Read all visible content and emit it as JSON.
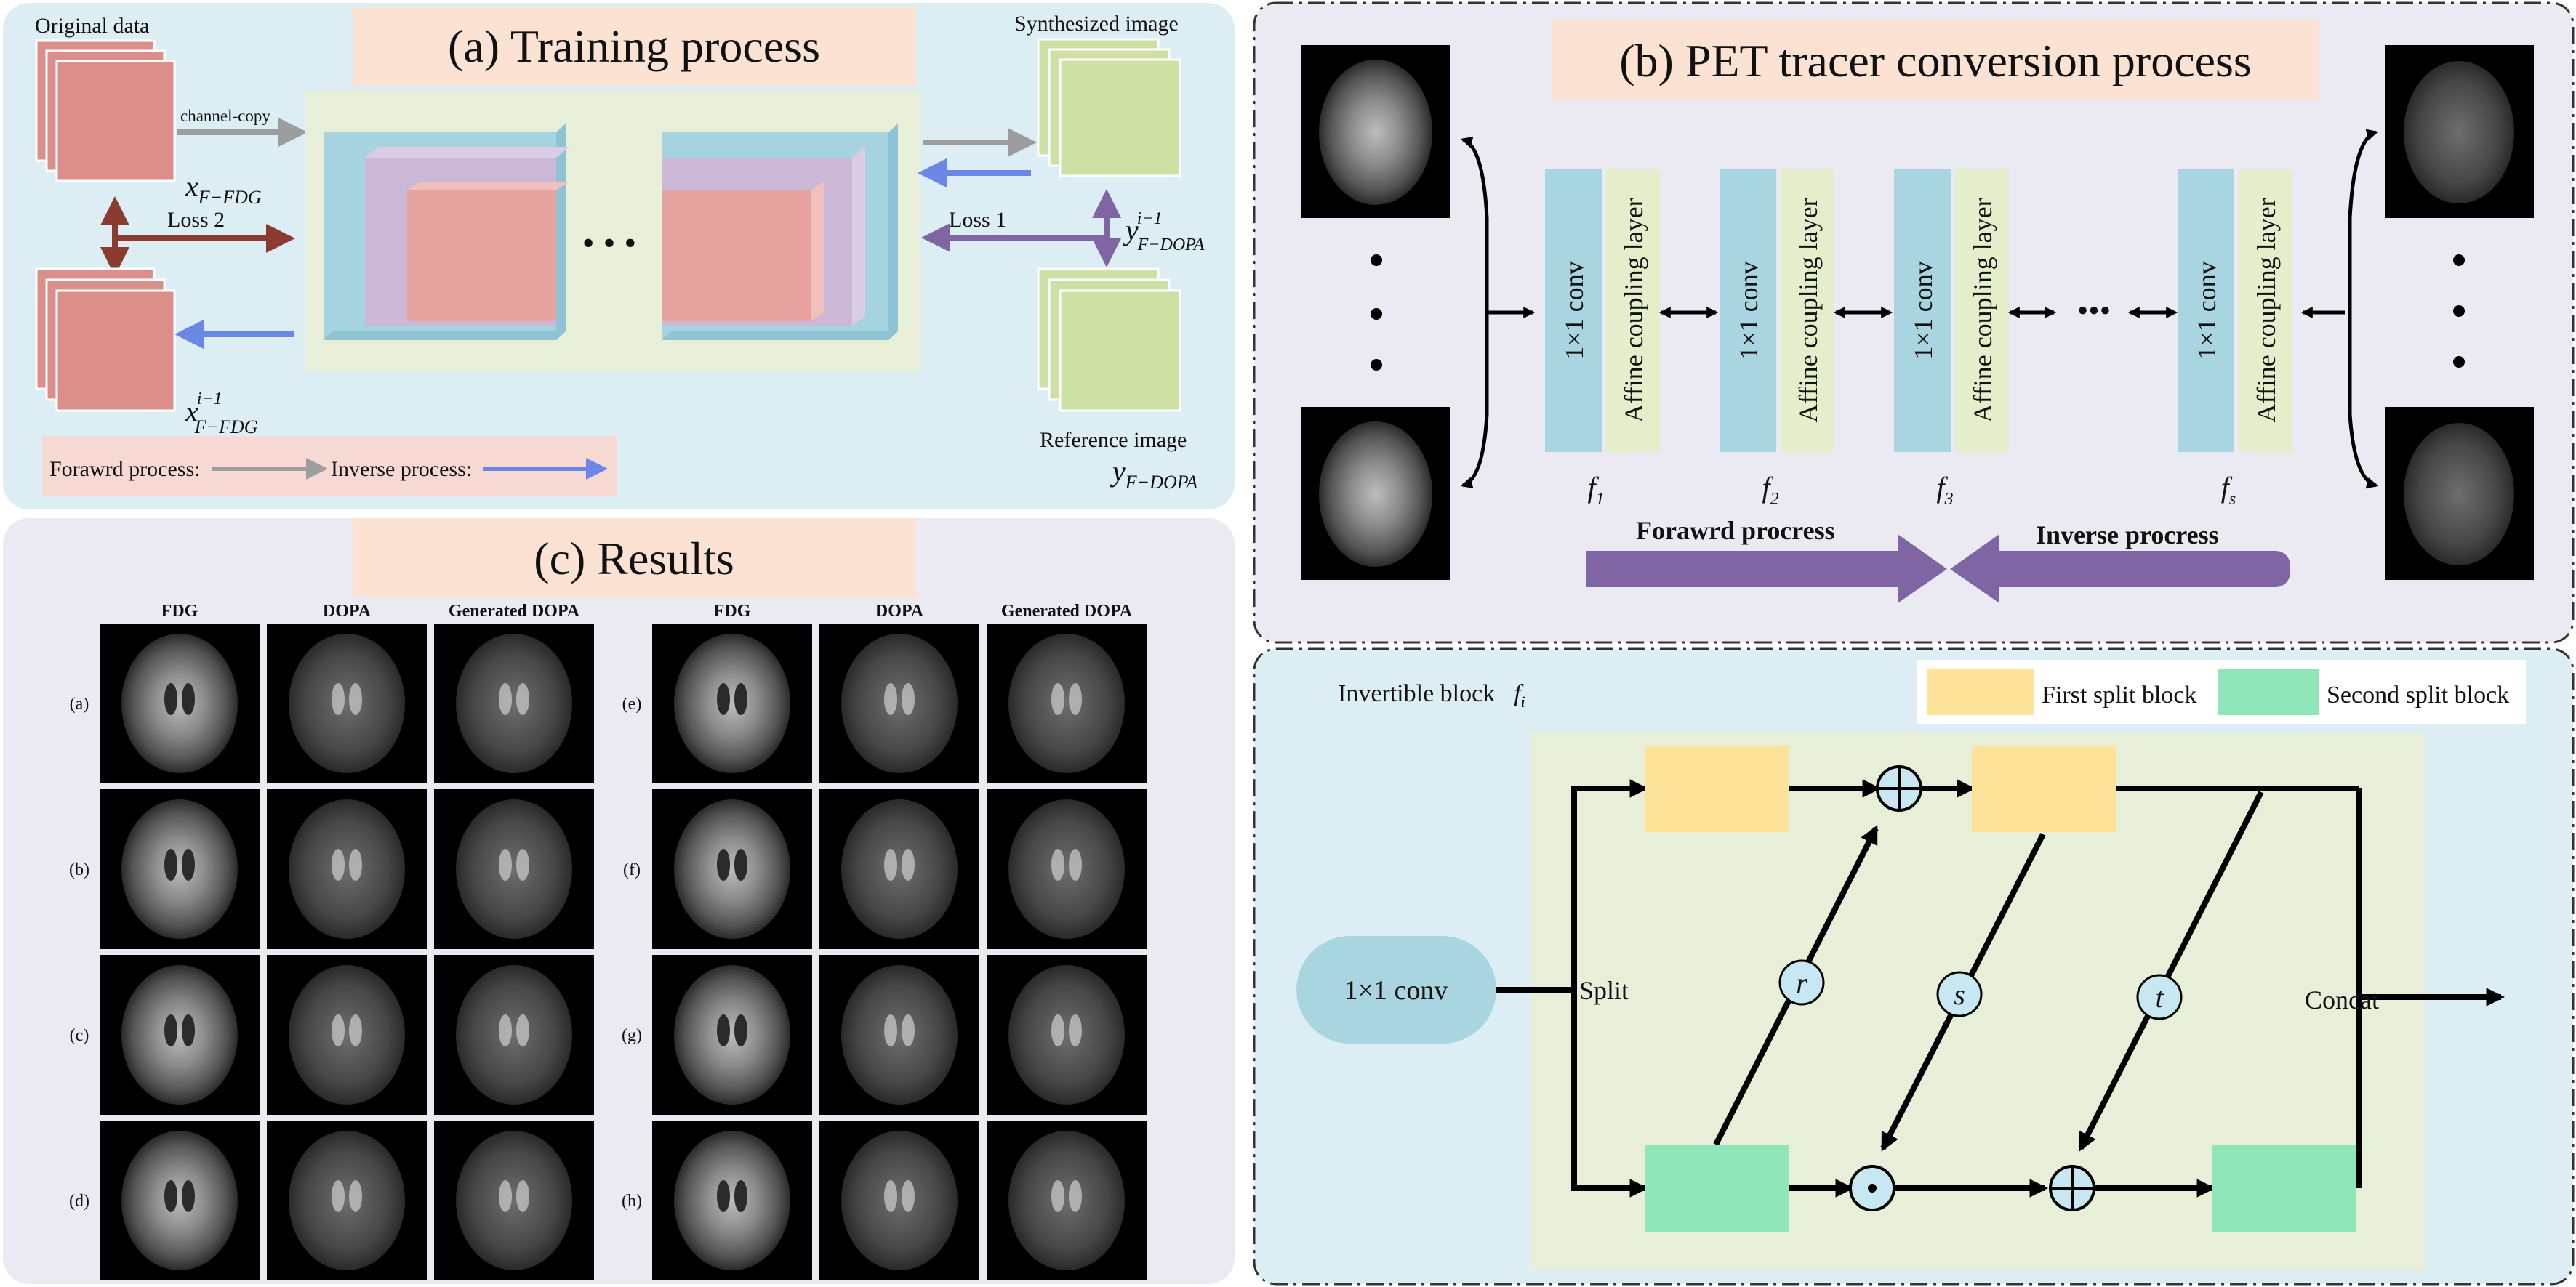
{
  "panel_a": {
    "title": "(a) Training process",
    "original_data_label": "Original data",
    "channel_copy_label": "channel-copy",
    "x_label": "x",
    "x_sub": "F−FDG",
    "loss2_label": "Loss 2",
    "x_prev_label": "x",
    "x_prev_sup": "i−1",
    "x_prev_sub": "F−FDG",
    "dots": "• • •",
    "synth_label": "Synthesized image",
    "loss1_label": "Loss 1",
    "y_prev_label": "y",
    "y_prev_sup": "i−1",
    "y_prev_sub": "F−DOPA",
    "reference_label": "Reference  image",
    "y_label": "y",
    "y_sub": "F−DOPA",
    "forward_legend": "Forawrd process:",
    "inverse_legend": "Inverse process:"
  },
  "panel_b": {
    "title": "(b) PET tracer conversion process",
    "conv_label": "1×1 conv",
    "affine_label": "Affine coupling layer",
    "f1": "f",
    "f1_sub": "1",
    "f2": "f",
    "f2_sub": "2",
    "f3": "f",
    "f3_sub": "3",
    "fs": "f",
    "fs_sub": "s",
    "ellipsis": "•••",
    "forward_label": "Forawrd procress",
    "inverse_label": "Inverse procress"
  },
  "panel_c": {
    "title": "(c) Results",
    "col_fdg": "FDG",
    "col_dopa": "DOPA",
    "col_gen": "Generated DOPA",
    "rows_left": [
      "(a)",
      "(b)",
      "(c)",
      "(d)"
    ],
    "rows_right": [
      "(e)",
      "(f)",
      "(g)",
      "(h)"
    ]
  },
  "panel_d": {
    "block_label": "Invertible block",
    "block_symbol": "f",
    "block_sub": "i",
    "legend_first": "First split block",
    "legend_second": "Second split  block",
    "conv_label": "1×1 conv",
    "split_label": "Split",
    "concat_label": "Concat",
    "r": "r",
    "s": "s",
    "t": "t"
  },
  "colors": {
    "panel_a_bg": "#dceef4",
    "panel_c_bg": "#ebe9f1",
    "panel_b_bg": "#ebe9f1",
    "panel_d_bg": "#dceef4",
    "title_bg": "#fbe2d2",
    "pink": "#dc8f8a",
    "green": "#cfe0a4",
    "cyan": "#a6d3e0",
    "lavender": "#cbb8d6",
    "conv_blue": "#a9d5e1",
    "affine_green": "#e4eecb",
    "purple": "#7f65a4",
    "yellow": "#fde29a",
    "mint": "#8fe7b9",
    "dark_red": "#8c3b30",
    "arrow_gray": "#9d9d9d",
    "arrow_blue": "#6b87e6"
  }
}
